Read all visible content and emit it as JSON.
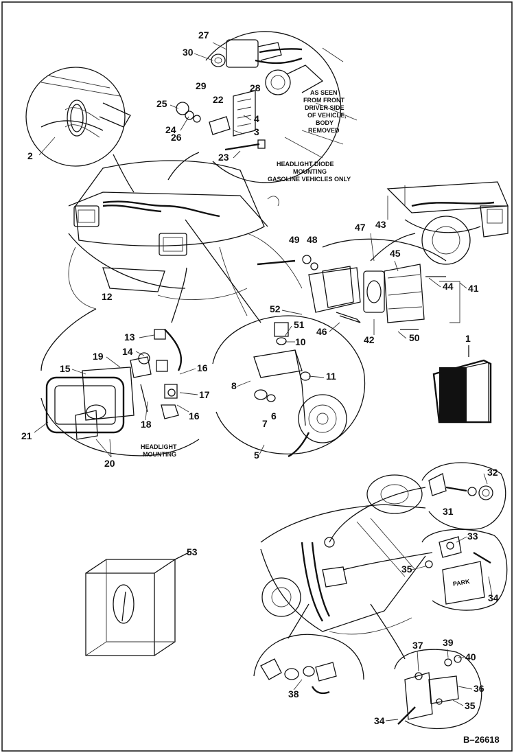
{
  "figure_ref": "B–26618",
  "callouts": [
    "1",
    "2",
    "3",
    "4",
    "5",
    "6",
    "7",
    "8",
    "10",
    "11",
    "12",
    "13",
    "14",
    "15",
    "16",
    "16",
    "17",
    "18",
    "19",
    "20",
    "21",
    "22",
    "23",
    "24",
    "25",
    "26",
    "27",
    "28",
    "29",
    "30",
    "31",
    "32",
    "33",
    "34",
    "34",
    "35",
    "35",
    "36",
    "37",
    "38",
    "39",
    "40",
    "41",
    "42",
    "43",
    "44",
    "45",
    "46",
    "47",
    "48",
    "49",
    "50",
    "51",
    "52",
    "53"
  ],
  "notes": {
    "front_view": [
      "AS SEEN",
      "FROM FRONT",
      "DRIVER SIDE",
      "OF VEHICLE,",
      "BODY",
      "REMOVED"
    ],
    "diode": [
      "HEADLIGHT DIODE",
      "MOUNTING",
      "GASOLINE VEHICLES ONLY"
    ],
    "headlight": [
      "HEADLIGHT",
      "MOUNTING"
    ],
    "park_plate": "PARK"
  }
}
